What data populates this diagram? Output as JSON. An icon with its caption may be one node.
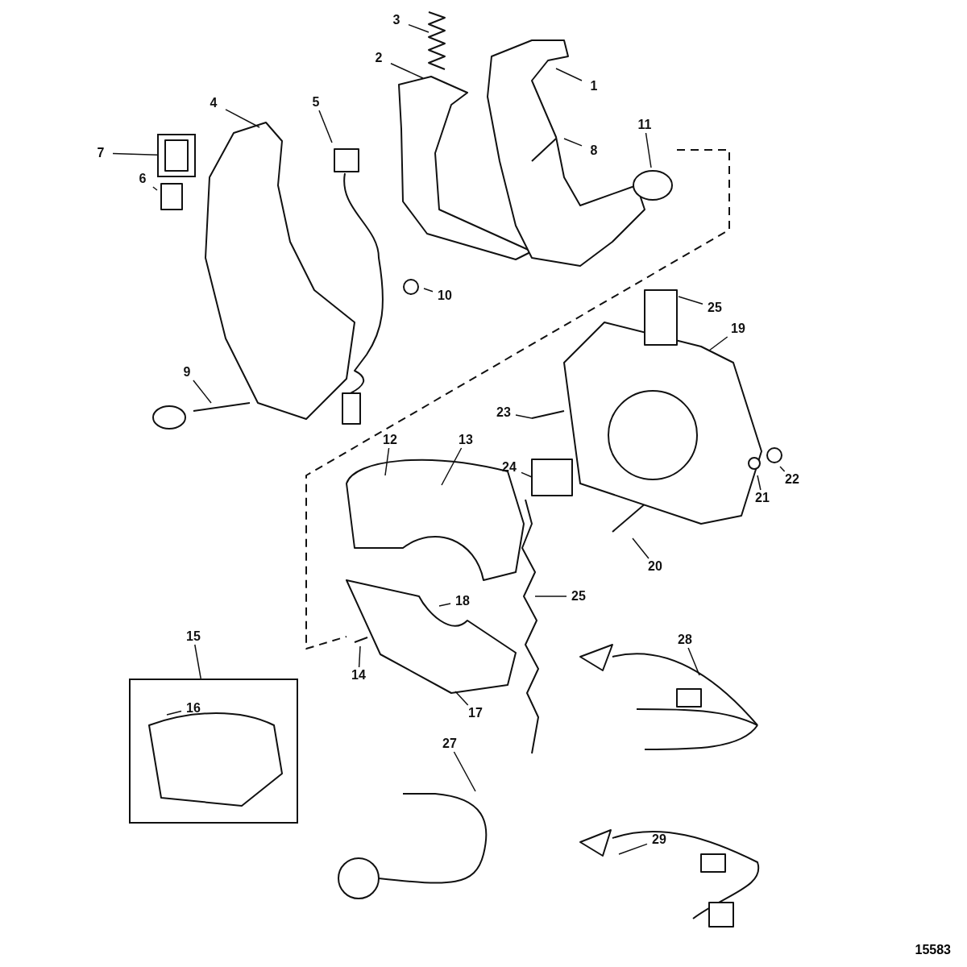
{
  "diagram": {
    "nodes": [
      {
        "text": [
          "3"
        ]
      },
      {
        "text": [
          "2"
        ]
      },
      {
        "text": [
          "1"
        ]
      },
      {
        "text": [
          "4"
        ]
      },
      {
        "text": [
          "5"
        ]
      },
      {
        "text": [
          "7"
        ]
      },
      {
        "text": [],
        "shape": "box"
      },
      {
        "text": [
          "8"
        ]
      },
      {
        "text": [
          "11"
        ]
      },
      {
        "text": [
          "6"
        ]
      },
      {
        "text": [
          "10"
        ]
      },
      {
        "text": [
          "25"
        ]
      },
      {
        "text": [
          "19"
        ]
      },
      {
        "text": [
          "9"
        ]
      },
      {
        "text": [
          "23"
        ]
      },
      {
        "text": [
          "12"
        ]
      },
      {
        "text": [
          "13"
        ]
      },
      {
        "text": [
          "24"
        ]
      },
      {
        "text": [
          "22"
        ]
      },
      {
        "text": [
          "21"
        ]
      },
      {
        "text": [
          "20"
        ]
      },
      {
        "text": [
          "25"
        ]
      },
      {
        "text": [
          "18"
        ]
      },
      {
        "text": [
          "15"
        ]
      },
      {
        "text": [],
        "shape": "box"
      },
      {
        "text": [
          "14"
        ]
      },
      {
        "text": [
          "16"
        ],
        "in": 24
      },
      {
        "text": [
          "17"
        ]
      },
      {
        "text": [
          "28"
        ]
      },
      {
        "text": [
          "27"
        ]
      },
      {
        "text": [
          "29"
        ]
      }
    ],
    "edges": [
      {
        "from": 0,
        "to": null,
        "arrow": "none"
      },
      {
        "from": 1,
        "to": null,
        "arrow": "none"
      },
      {
        "from": 2,
        "to": null,
        "arrow": "none"
      },
      {
        "from": 3,
        "to": null,
        "arrow": "none"
      },
      {
        "from": 4,
        "to": null,
        "arrow": "none"
      },
      {
        "from": 5,
        "to": 6,
        "arrow": "none"
      },
      {
        "from": 7,
        "to": null,
        "arrow": "none"
      },
      {
        "from": 8,
        "to": null,
        "arrow": "none"
      },
      {
        "from": 9,
        "to": null,
        "arrow": "none"
      },
      {
        "from": 10,
        "to": null,
        "arrow": "none"
      },
      {
        "from": 11,
        "to": null,
        "arrow": "none"
      },
      {
        "from": 12,
        "to": null,
        "arrow": "none"
      },
      {
        "from": 13,
        "to": null,
        "arrow": "none"
      },
      {
        "from": 14,
        "to": null,
        "arrow": "none"
      },
      {
        "from": 15,
        "to": null,
        "arrow": "none"
      },
      {
        "from": 16,
        "to": null,
        "arrow": "none"
      },
      {
        "from": 17,
        "to": null,
        "arrow": "none"
      },
      {
        "from": 18,
        "to": null,
        "arrow": "none"
      },
      {
        "from": 19,
        "to": null,
        "arrow": "none"
      },
      {
        "from": 20,
        "to": null,
        "arrow": "none"
      },
      {
        "from": 21,
        "to": null,
        "arrow": "none"
      },
      {
        "from": 22,
        "to": null,
        "arrow": "none"
      },
      {
        "from": 23,
        "to": 24,
        "arrow": "none"
      },
      {
        "from": 25,
        "to": null,
        "arrow": "none"
      },
      {
        "from": 26,
        "to": null,
        "arrow": "none"
      },
      {
        "from": 27,
        "to": null,
        "arrow": "none"
      },
      {
        "from": 28,
        "to": null,
        "arrow": "none"
      },
      {
        "from": 29,
        "to": null,
        "arrow": "none"
      },
      {
        "from": 30,
        "to": null,
        "arrow": "none"
      }
    ],
    "labels": [
      "15583"
    ]
  }
}
